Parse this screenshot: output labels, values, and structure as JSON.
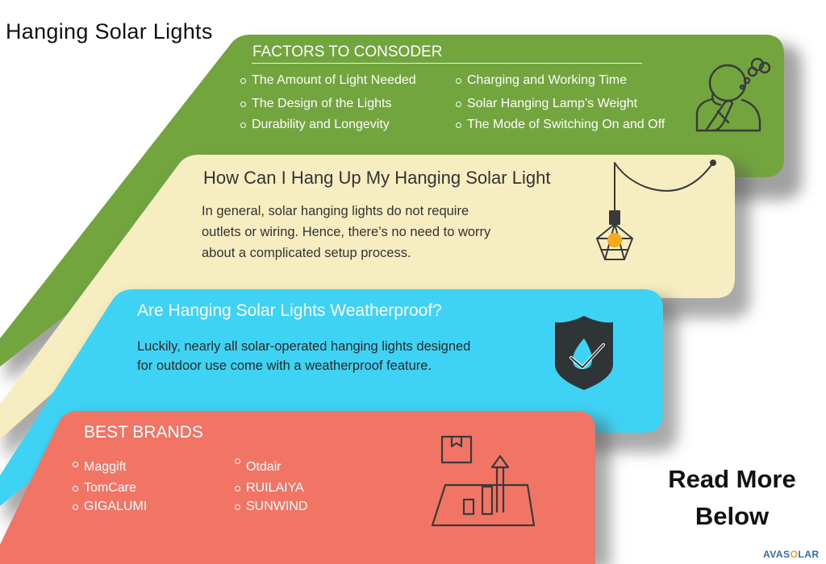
{
  "title": "Hanging Solar Lights",
  "factors": {
    "heading": "FACTORS TO CONSODER",
    "left": [
      "The Amount of Light Needed",
      "The Design of the Lights",
      "Durability and Longevity"
    ],
    "right": [
      "Charging and Working Time",
      "Solar Hanging Lamp’s Weight",
      "The Mode of Switching On and Off"
    ]
  },
  "hang": {
    "heading": "How Can I Hang Up My Hanging Solar Light",
    "lines": [
      "In general, solar hanging lights do not require",
      "outlets or wiring. Hence, there’s no need to worry",
      "about a complicated setup process."
    ]
  },
  "weather": {
    "heading": "Are Hanging Solar Lights Weatherproof?",
    "lines": [
      "Luckily, nearly all solar-operated hanging lights designed",
      "for outdoor use come with a weatherproof feature."
    ]
  },
  "brands": {
    "heading": "BEST BRANDS",
    "left": [
      "Maggift",
      "TomCare",
      "GIGALUMI"
    ],
    "right": [
      "Otdair",
      "RUILAIYA",
      "SUNWIND"
    ]
  },
  "read_more": [
    "Read More",
    "Below"
  ],
  "logo": {
    "part1": "AVAS",
    "part2": "O",
    "part3": "LAR"
  },
  "colors": {
    "green": "#72a53e",
    "yellow": "#f6eec1",
    "blue": "#3ed3f5",
    "red": "#f17465",
    "icon": "#3a3a3a"
  }
}
